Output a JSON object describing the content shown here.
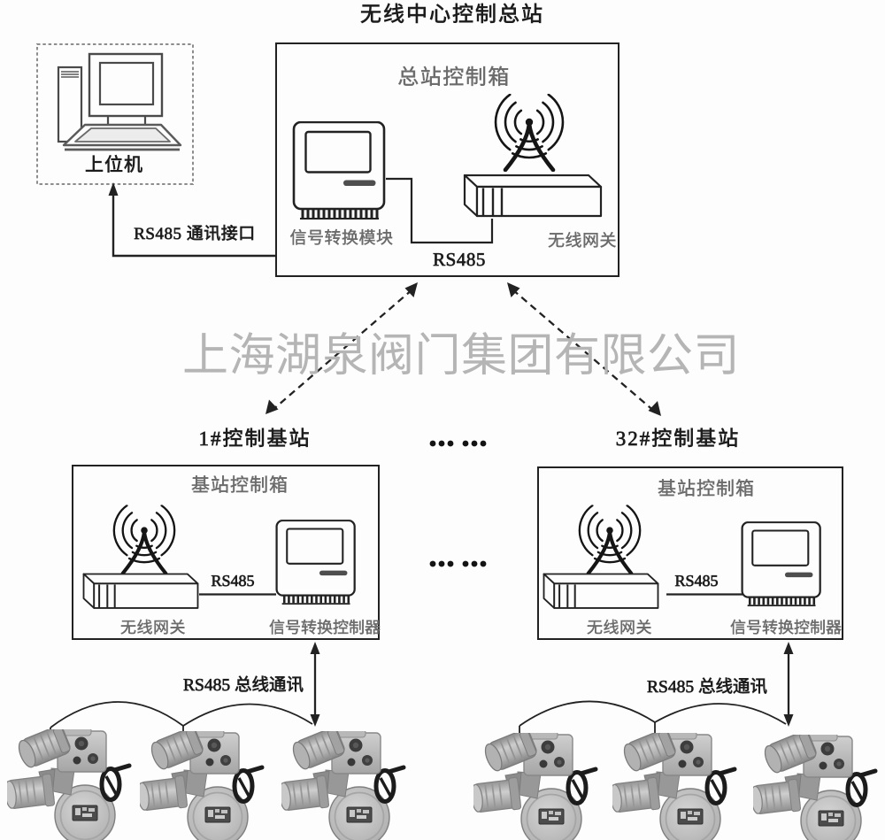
{
  "diagram": {
    "title": "无线中心控制总站",
    "watermark": "上海湖泉阀门集团有限公司",
    "host_computer": {
      "label": "上位机"
    },
    "host_link": {
      "label": "RS485 通讯接口"
    },
    "master_station": {
      "box_label": "总站控制箱",
      "signal_module_label": "信号转换模块",
      "wireless_gateway_label": "无线网关",
      "rs485_label": "RS485"
    },
    "ellipsis_between_titles": "··· ···",
    "ellipsis_between_boxes": "··· ···",
    "base_stations": [
      {
        "title": "1#控制基站",
        "box_label": "基站控制箱",
        "wireless_gateway_label": "无线网关",
        "rs485_label": "RS485",
        "controller_label": "信号转换控制器",
        "bus_label": "RS485 总线通讯"
      },
      {
        "title": "32#控制基站",
        "box_label": "基站控制箱",
        "wireless_gateway_label": "无线网关",
        "rs485_label": "RS485",
        "controller_label": "信号转换控制器",
        "bus_label": "RS485 总线通讯"
      }
    ],
    "colors": {
      "line": "#222222",
      "gray_label": "#6b6b6b",
      "watermark": "#b5b5b5"
    }
  }
}
